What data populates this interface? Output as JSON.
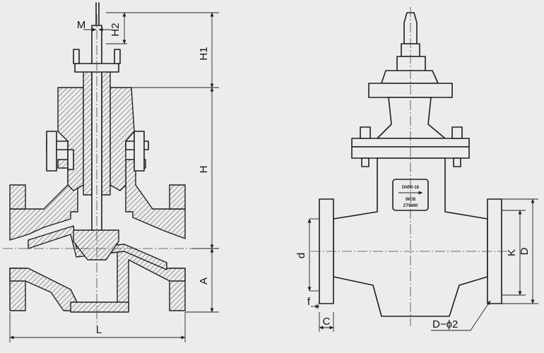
{
  "dimensions": {
    "M": "M",
    "H2": "H2",
    "H1": "H1",
    "H": "H",
    "A": "A",
    "L": "L",
    "d": "d",
    "K": "K",
    "D": "D",
    "f": "f",
    "C": "C",
    "bolt": "D−ϕ2"
  },
  "nameplate": {
    "line1": "DN50-16",
    "line2": "WCB",
    "line3": "ZT9690"
  }
}
